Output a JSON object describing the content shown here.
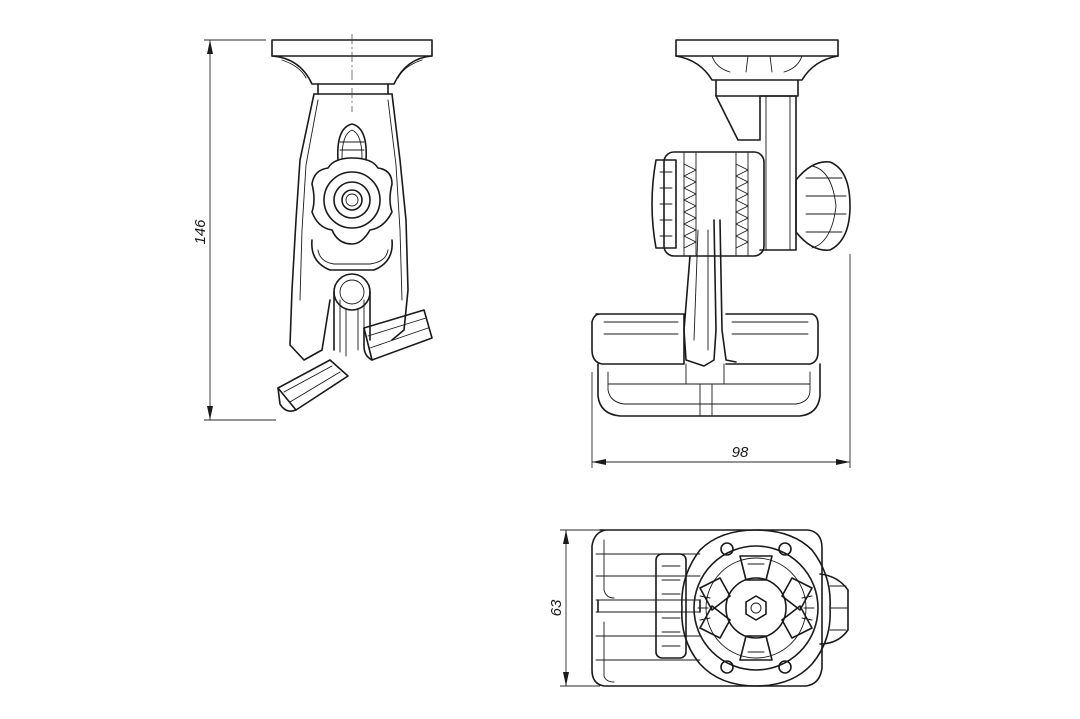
{
  "dimensions": {
    "height": "146",
    "width": "98",
    "depth": "63"
  },
  "views": {
    "front": "front-view",
    "side": "side-view",
    "top": "top-view"
  }
}
